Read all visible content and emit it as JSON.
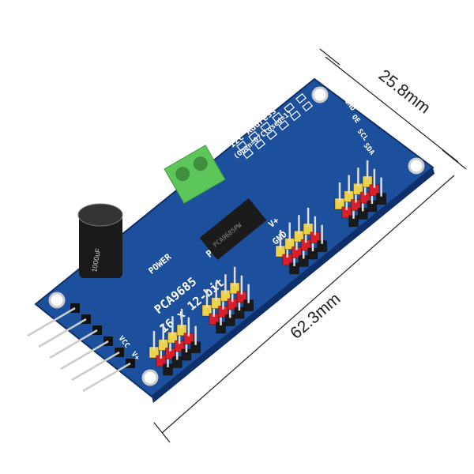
{
  "dimensions": {
    "width_label": "25.8mm",
    "length_label": "62.3mm"
  },
  "board": {
    "chip_label": "PCA9685",
    "resolution_label": "16 x 12-bit",
    "pwm_label": "PWM",
    "power_label": "POWER",
    "vplus_label": "V+",
    "gnd_label": "GND",
    "i2c_label": "I2C Address",
    "i2c_sub_label": "(Open=0/Closed=1)",
    "ic_marking": "PCA9685PW",
    "cap_label": "1000uF",
    "pin_labels": [
      "GND",
      "OE",
      "SCL",
      "SDA",
      "VCC",
      "V+"
    ]
  },
  "colors": {
    "pcb": "#1c4f9c",
    "terminal": "#5cc65a",
    "header_yellow": "#f0d24a",
    "header_red": "#d8202a",
    "header_black": "#1a1a1a"
  }
}
